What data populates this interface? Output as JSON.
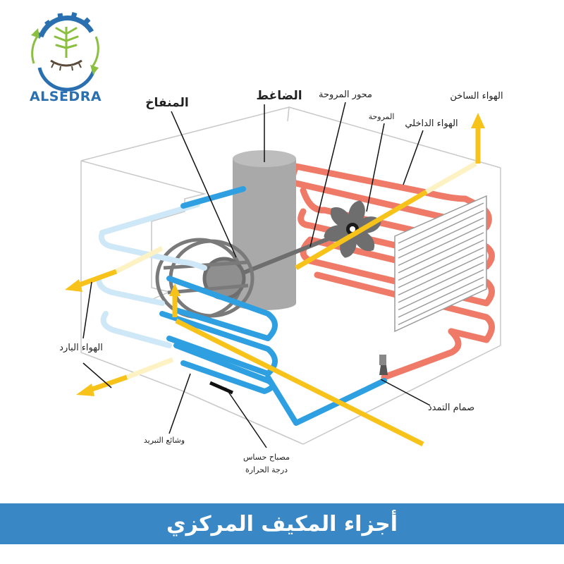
{
  "brand": {
    "name": "ALSEDRA",
    "colors": {
      "text": "#2a6fb0",
      "gear": "#2a6fb0",
      "arrows": "#8bbf3f"
    }
  },
  "labels": {
    "compressor": "الضاغط",
    "blower": "المنفاخ",
    "fan_shaft": "محور المروحة",
    "fan": "المروحة",
    "hot_air": "الهواء الساخن",
    "inside_air": "الهواء الداخلي",
    "cold_air": "الهواء البارد",
    "expansion_valve": "صمام التمدد",
    "cooling_coils": "وشائع التبريد",
    "temp_sensor_line1": "مصباح حساس",
    "temp_sensor_line2": "درجة الحرارة"
  },
  "footer": {
    "title": "أجزاء المكيف المركزي",
    "background": "#3a87c6",
    "text_color": "#ffffff"
  },
  "colors": {
    "cold_coil": "#2e9fe0",
    "cold_coil_light": "#cfe8f7",
    "hot_coil": "#ef7a68",
    "air_arrow": "#f7c31a",
    "air_arrow_light": "#fdf2c4",
    "parts_gray": "#9a9a9a",
    "compressor_gray": "#a9a9a9",
    "fan_gray": "#6e6e6e",
    "housing_line": "#c8c8c8"
  }
}
